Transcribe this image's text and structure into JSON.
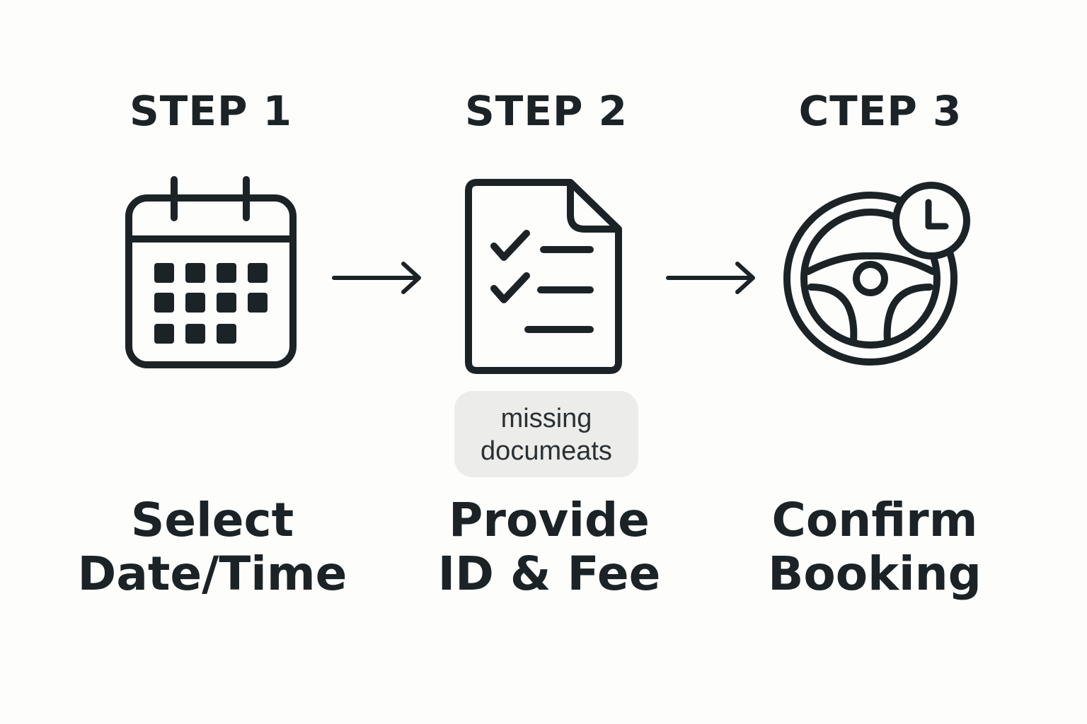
{
  "steps": [
    {
      "title": "STEP 1",
      "label_lines": [
        "Select",
        "Date/Time"
      ],
      "icon": "calendar-icon"
    },
    {
      "title": "STEP 2",
      "label_lines": [
        "Provide",
        "ID & Fee"
      ],
      "icon": "document-checklist-icon",
      "badge_lines": [
        "missing",
        "documeats"
      ]
    },
    {
      "title": "CTEP 3",
      "label_lines": [
        "Confirm",
        "Booking"
      ],
      "icon": "steering-wheel-clock-icon"
    }
  ],
  "connectors": [
    "arrow-right-icon",
    "arrow-right-icon"
  ],
  "colors": {
    "ink": "#1c2326",
    "background": "#fdfdfc",
    "badge_bg": "#ececea"
  }
}
